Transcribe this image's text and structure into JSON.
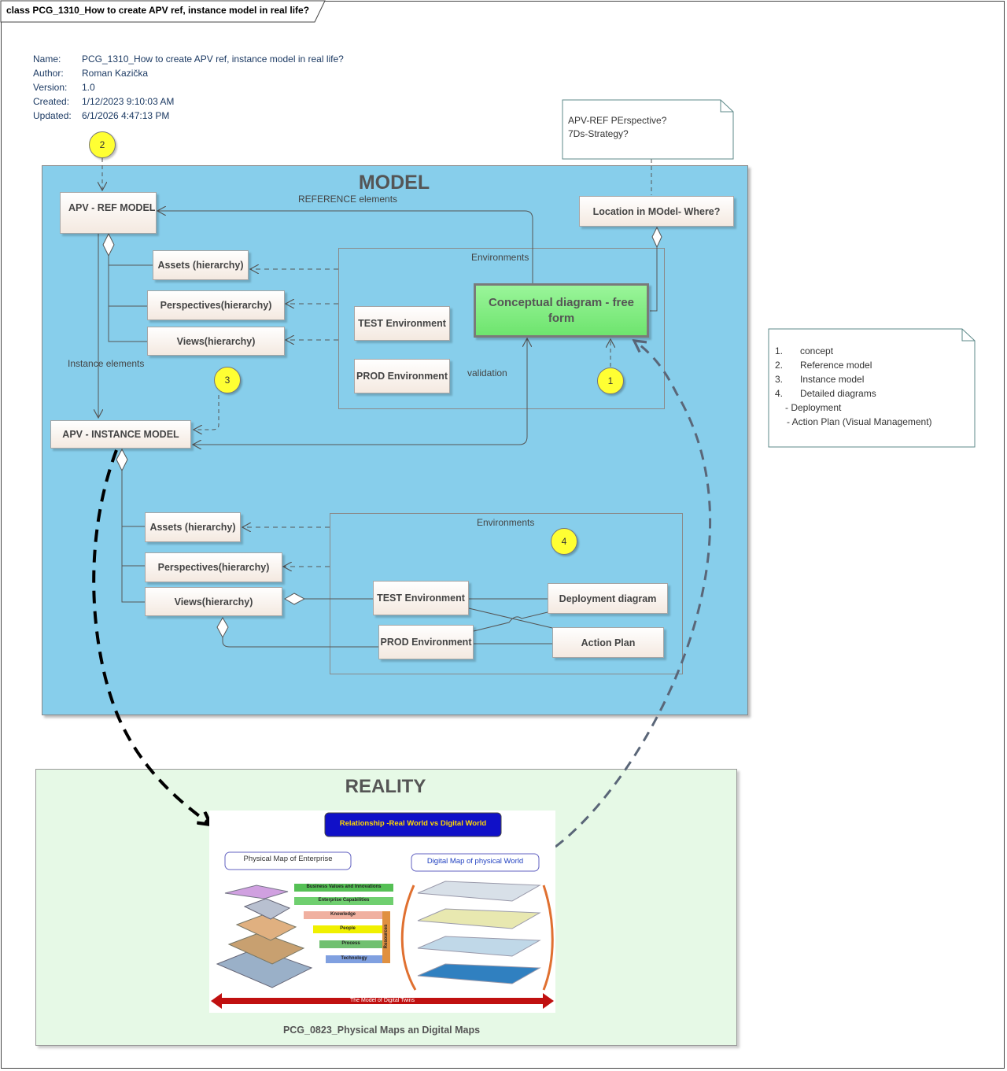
{
  "diagram": {
    "tab_title": "class PCG_1310_How to create APV ref, instance model in real life?",
    "meta": [
      {
        "key": "Name:",
        "value": "PCG_1310_How to create APV ref, instance model in real life?"
      },
      {
        "key": "Author:",
        "value": "Roman Kazička"
      },
      {
        "key": "Version:",
        "value": "1.0"
      },
      {
        "key": "Created:",
        "value": "1/12/2023 9:10:03 AM"
      },
      {
        "key": "Updated:",
        "value": "6/1/2026 4:47:13 PM"
      }
    ]
  },
  "model": {
    "title": "MODEL",
    "ref_model": "APV - REF MODEL",
    "instance_model": "APV - INSTANCE MODEL",
    "reference_elements_label": "REFERENCE elements",
    "instance_elements_label": "Instance elements",
    "validation_label": "validation",
    "location": "Location in MOdel- Where?",
    "conceptual_diagram": "Conceptual diagram - free form",
    "upper": {
      "assets": "Assets (hierarchy)",
      "perspectives": "Perspectives(hierarchy)",
      "views": "Views(hierarchy)",
      "environments_label": "Environments",
      "test_env": "TEST Environment",
      "prod_env": "PROD Environment"
    },
    "lower": {
      "assets": "Assets (hierarchy)",
      "perspectives": "Perspectives(hierarchy)",
      "views": "Views(hierarchy)",
      "environments_label": "Environments",
      "test_env": "TEST Environment",
      "prod_env": "PROD Environment",
      "deployment": "Deployment diagram",
      "action_plan": "Action Plan"
    },
    "badges": [
      "1",
      "2",
      "3",
      "4"
    ]
  },
  "notes": {
    "perspective_note": [
      "APV-REF PErspective?",
      "7Ds-Strategy?"
    ],
    "legend": [
      {
        "n": "1.",
        "t": "concept"
      },
      {
        "n": "2.",
        "t": "Reference model"
      },
      {
        "n": "3.",
        "t": "Instance model"
      },
      {
        "n": "4.",
        "t": "Detailed diagrams"
      }
    ],
    "legend_sub": [
      "- Deployment",
      "- Action Plan (Visual Management)"
    ]
  },
  "reality": {
    "title": "REALITY",
    "image_caption": "PCG_0823_Physical Maps an Digital Maps",
    "image": {
      "banner": "Relationship -Real World vs Digital World",
      "left_title": "Physical Map of Enterprise",
      "right_title": "Digital Map of physical World",
      "layers": [
        "Business Values and Innovations",
        "Enterprise Capabilities",
        "Knowledge",
        "People",
        "Process",
        "Technology"
      ],
      "resources_label": "Resources",
      "bottom_arrow": "The Model of Digital Twins"
    }
  },
  "colors": {
    "model_bg": "#87CEEB",
    "reality_bg": "#E6F9E6",
    "concept_green": "#7CEB7C",
    "badge_yellow": "#FFFF33",
    "connector": "#555555"
  }
}
